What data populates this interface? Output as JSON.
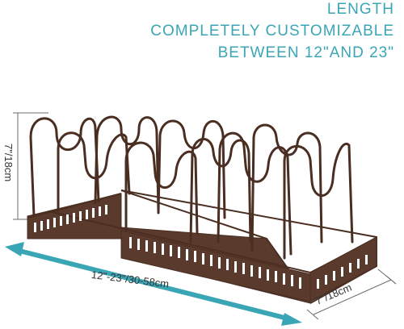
{
  "headline": {
    "line1": "LENGTH",
    "line2": "COMPLETELY CUSTOMIZABLE",
    "line3": "BETWEEN 12\"AND 23\""
  },
  "dimensions": {
    "height": "7\"/18cm",
    "length": "12\"-23\"/30-58cm",
    "depth": "7\"/18cm"
  },
  "colors": {
    "accent": "#3aa6b5",
    "rack": "#4a2e22",
    "dimension_line": "#6b6b6b"
  }
}
